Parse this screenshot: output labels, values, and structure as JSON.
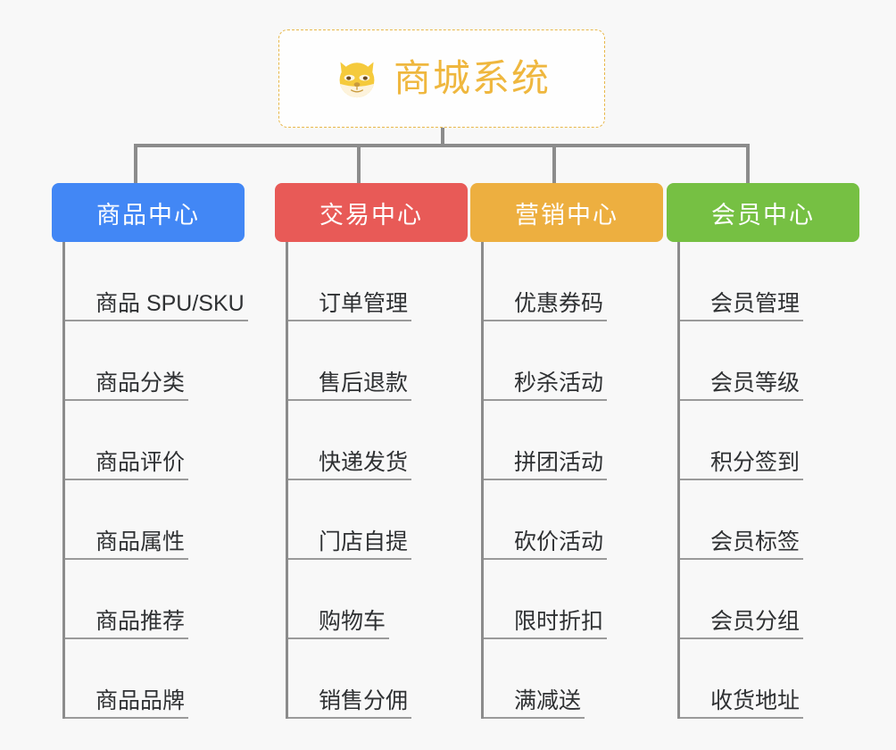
{
  "background_color": "#f8f8f8",
  "root": {
    "icon": "shiba-dog-face-emoji",
    "title": "商城系统",
    "text_color": "#efb73e",
    "border_color": "#e8b84b"
  },
  "connector_color": "#8c8c8c",
  "columns": [
    {
      "header": "商品中心",
      "color": "#4287f5",
      "items": [
        "商品 SPU/SKU",
        "商品分类",
        "商品评价",
        "商品属性",
        "商品推荐",
        "商品品牌"
      ]
    },
    {
      "header": "交易中心",
      "color": "#e85a57",
      "items": [
        "订单管理",
        "售后退款",
        "快递发货",
        "门店自提",
        "购物车",
        "销售分佣"
      ]
    },
    {
      "header": "营销中心",
      "color": "#edaf40",
      "items": [
        "优惠券码",
        "秒杀活动",
        "拼团活动",
        "砍价活动",
        "限时折扣",
        "满减送"
      ]
    },
    {
      "header": "会员中心",
      "color": "#76c043",
      "items": [
        "会员管理",
        "会员等级",
        "积分签到",
        "会员标签",
        "会员分组",
        "收货地址"
      ]
    }
  ]
}
